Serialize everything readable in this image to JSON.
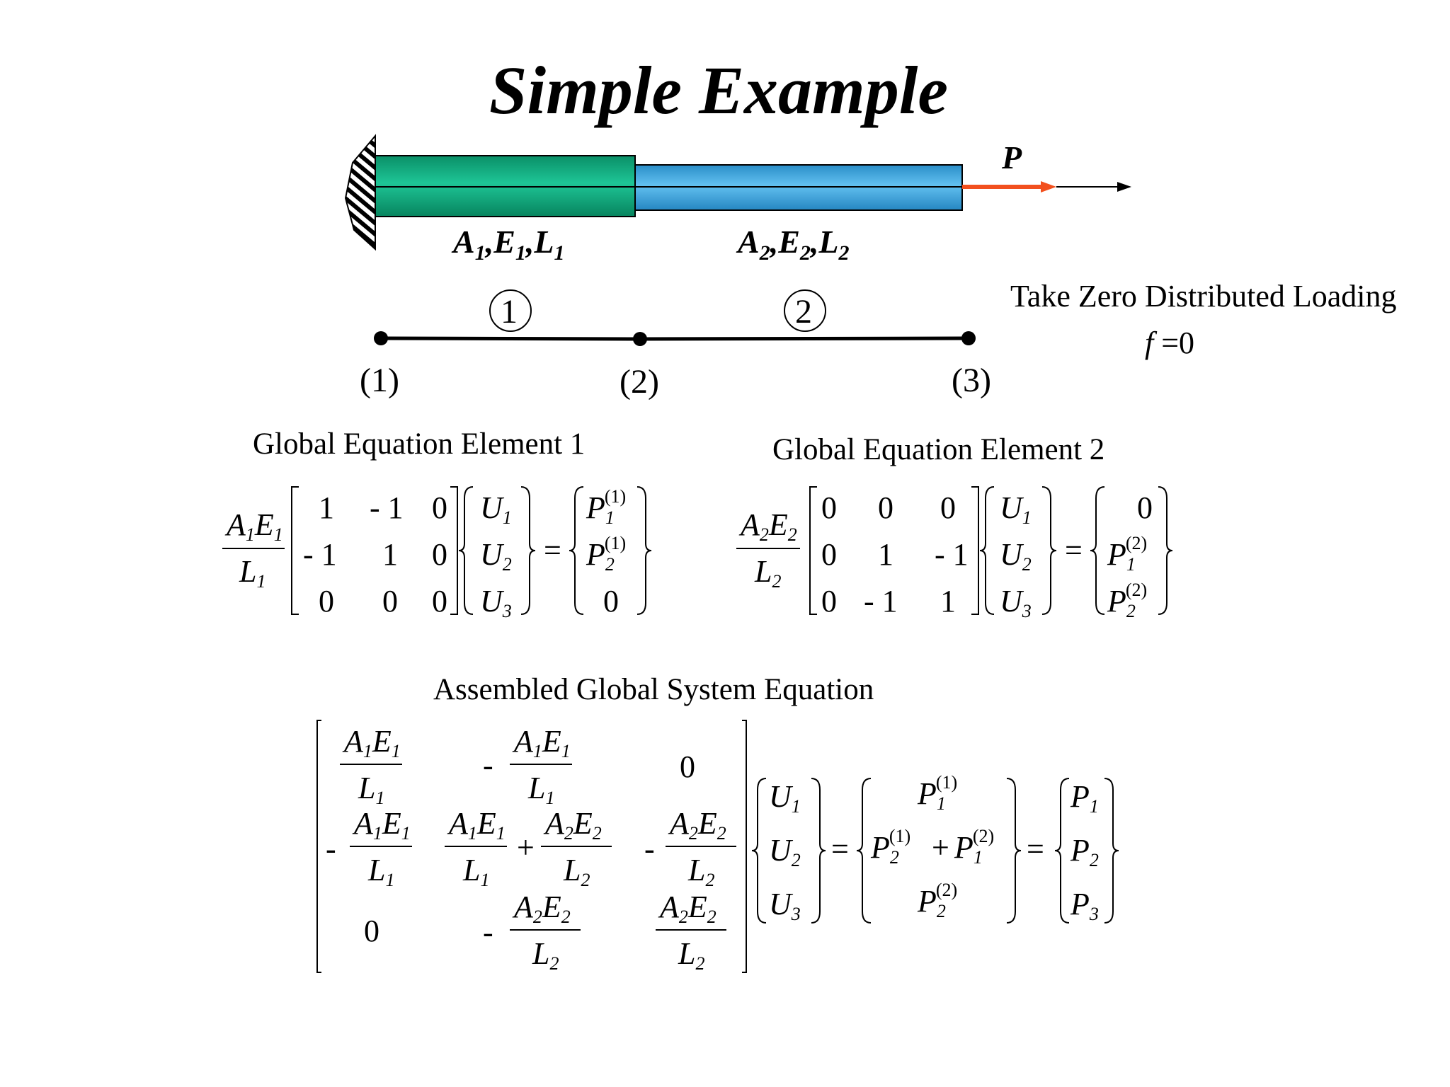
{
  "title": "Simple Example",
  "bar": {
    "force": "P",
    "element1_props": [
      "A",
      "1",
      ",E",
      "1",
      ",L",
      "1"
    ],
    "element2_props": [
      "A",
      "2",
      ",E",
      "2",
      ",L",
      "2"
    ],
    "element_labels": [
      "1",
      "2"
    ],
    "node_labels": [
      "(1)",
      "(2)",
      "(3)"
    ],
    "colors": {
      "element1": "#10a87a",
      "element2": "#3aa3dc",
      "force": "#f2501e"
    }
  },
  "loading_note": {
    "text": "Take Zero Distributed Loading",
    "eq_lhs": "f",
    "eq_rhs": "=0"
  },
  "element1_eq": {
    "heading": "Global Equation Element 1",
    "coef_num": [
      "A",
      "1",
      "E",
      "1"
    ],
    "coef_den": [
      "L",
      "1"
    ],
    "matrix": [
      [
        "1",
        "- 1",
        "0"
      ],
      [
        "- 1",
        "1",
        "0"
      ],
      [
        "0",
        "0",
        "0"
      ]
    ],
    "unknowns": [
      [
        "U",
        "1"
      ],
      [
        "U",
        "2"
      ],
      [
        "U",
        "3"
      ]
    ],
    "equals": "=",
    "rhs": [
      [
        "P",
        "1",
        "(1)"
      ],
      [
        "P",
        "2",
        "(1)"
      ],
      [
        "0",
        "",
        ""
      ]
    ]
  },
  "element2_eq": {
    "heading": "Global Equation Element 2",
    "coef_num": [
      "A",
      "2",
      "E",
      "2"
    ],
    "coef_den": [
      "L",
      "2"
    ],
    "matrix": [
      [
        "0",
        "0",
        "0"
      ],
      [
        "0",
        "1",
        "- 1"
      ],
      [
        "0",
        "- 1",
        "1"
      ]
    ],
    "unknowns": [
      [
        "U",
        "1"
      ],
      [
        "U",
        "2"
      ],
      [
        "U",
        "3"
      ]
    ],
    "equals": "=",
    "rhs": [
      [
        "0",
        "",
        ""
      ],
      [
        "P",
        "1",
        "(2)"
      ],
      [
        "P",
        "2",
        "(2)"
      ]
    ]
  },
  "assembled": {
    "heading": "Assembled Global System Equation",
    "terms": {
      "a1e1": [
        "A",
        "1",
        "E",
        "1"
      ],
      "l1": [
        "L",
        "1"
      ],
      "a2e2": [
        "A",
        "2",
        "E",
        "2"
      ],
      "l2": [
        "L",
        "2"
      ]
    },
    "minus": "-",
    "plus": "+",
    "zero": "0",
    "equals": "=",
    "unknowns": [
      [
        "U",
        "1"
      ],
      [
        "U",
        "2"
      ],
      [
        "U",
        "3"
      ]
    ],
    "forces": [
      [
        "P",
        "1",
        "(1)"
      ],
      [
        "P",
        "2",
        "(1)"
      ],
      [
        "P",
        "1",
        "(2)"
      ],
      [
        "P",
        "2",
        "(2)"
      ]
    ],
    "result": [
      [
        "P",
        "1"
      ],
      [
        "P",
        "2"
      ],
      [
        "P",
        "3"
      ]
    ]
  }
}
